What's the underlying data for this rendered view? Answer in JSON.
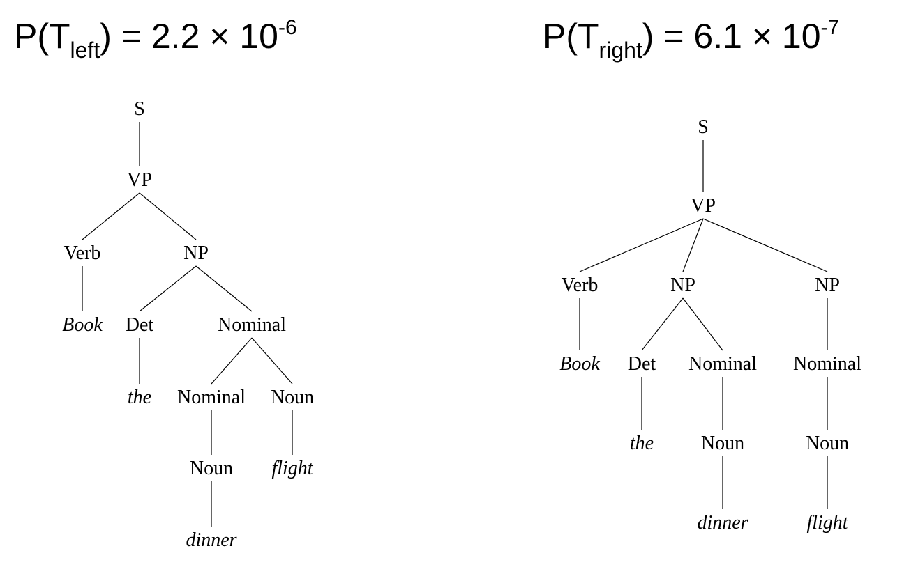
{
  "formulas": {
    "left": {
      "prefix": "P(T",
      "subscript": "left",
      "middle": ") = 2.2 × 10",
      "exponent": "-6"
    },
    "right": {
      "prefix": "P(T",
      "subscript": "right",
      "middle": ") = 6.1 × 10",
      "exponent": "-7"
    }
  },
  "trees": [
    {
      "id": "left",
      "nodes": [
        {
          "id": "S",
          "label": "S",
          "parent": null,
          "word": false
        },
        {
          "id": "VP",
          "label": "VP",
          "parent": "S",
          "word": false
        },
        {
          "id": "Verb",
          "label": "Verb",
          "parent": "VP",
          "word": false
        },
        {
          "id": "NP",
          "label": "NP",
          "parent": "VP",
          "word": false
        },
        {
          "id": "Book",
          "label": "Book",
          "parent": "Verb",
          "word": true
        },
        {
          "id": "Det",
          "label": "Det",
          "parent": "NP",
          "word": false
        },
        {
          "id": "Nom1",
          "label": "Nominal",
          "parent": "NP",
          "word": false
        },
        {
          "id": "the",
          "label": "the",
          "parent": "Det",
          "word": true
        },
        {
          "id": "Nom2",
          "label": "Nominal",
          "parent": "Nom1",
          "word": false
        },
        {
          "id": "Noun1",
          "label": "Noun",
          "parent": "Nom1",
          "word": false
        },
        {
          "id": "Noun2",
          "label": "Noun",
          "parent": "Nom2",
          "word": false
        },
        {
          "id": "flight",
          "label": "flight",
          "parent": "Noun1",
          "word": true
        },
        {
          "id": "dinner",
          "label": "dinner",
          "parent": "Noun2",
          "word": true
        }
      ]
    },
    {
      "id": "right",
      "nodes": [
        {
          "id": "S",
          "label": "S",
          "parent": null,
          "word": false
        },
        {
          "id": "VP",
          "label": "VP",
          "parent": "S",
          "word": false
        },
        {
          "id": "Verb",
          "label": "Verb",
          "parent": "VP",
          "word": false
        },
        {
          "id": "NP1",
          "label": "NP",
          "parent": "VP",
          "word": false
        },
        {
          "id": "NP2",
          "label": "NP",
          "parent": "VP",
          "word": false
        },
        {
          "id": "Book",
          "label": "Book",
          "parent": "Verb",
          "word": true
        },
        {
          "id": "Det",
          "label": "Det",
          "parent": "NP1",
          "word": false
        },
        {
          "id": "Nom1",
          "label": "Nominal",
          "parent": "NP1",
          "word": false
        },
        {
          "id": "Nom2",
          "label": "Nominal",
          "parent": "NP2",
          "word": false
        },
        {
          "id": "the",
          "label": "the",
          "parent": "Det",
          "word": true
        },
        {
          "id": "Noun1",
          "label": "Noun",
          "parent": "Nom1",
          "word": false
        },
        {
          "id": "Noun2",
          "label": "Noun",
          "parent": "Nom2",
          "word": false
        },
        {
          "id": "dinner",
          "label": "dinner",
          "parent": "Noun1",
          "word": true
        },
        {
          "id": "flight",
          "label": "flight",
          "parent": "Noun2",
          "word": true
        }
      ]
    }
  ]
}
